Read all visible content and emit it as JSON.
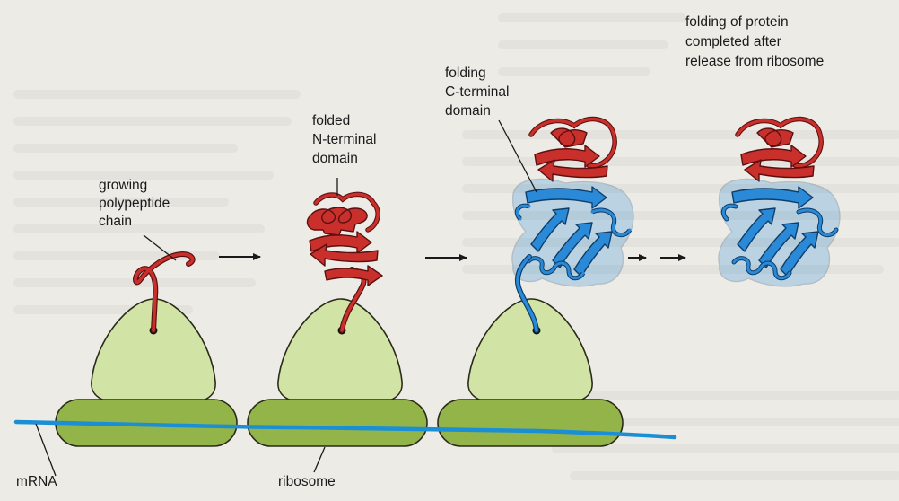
{
  "labels": {
    "growing_chain": [
      "growing",
      "polypeptide",
      "chain"
    ],
    "folded_n_terminal": [
      "folded",
      "N-terminal",
      "domain"
    ],
    "folding_c_terminal": [
      "folding",
      "C-terminal",
      "domain"
    ],
    "folding_completed": [
      "folding of protein",
      "completed after",
      "release from ribosome"
    ],
    "mrna": "mRNA",
    "ribosome": "ribosome"
  },
  "colors": {
    "background": "#ecebe6",
    "ribosome_large_subunit": "#d2e3a6",
    "ribosome_small_subunit": "#93b448",
    "mrna": "#1a8fd6",
    "polypeptide_n_domain": "#c9302c",
    "polypeptide_c_domain": "#2a8ad8"
  }
}
